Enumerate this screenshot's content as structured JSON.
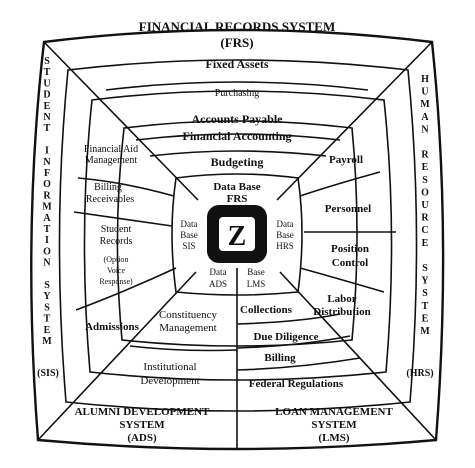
{
  "outer_systems": {
    "frs": {
      "name": "FINANCIAL RECORDS SYSTEM",
      "abbr": "(FRS)"
    },
    "sis": {
      "letters": [
        "S",
        "T",
        "U",
        "D",
        "E",
        "N",
        "T",
        "",
        "I",
        "N",
        "F",
        "O",
        "R",
        "M",
        "A",
        "T",
        "I",
        "O",
        "N",
        "",
        "S",
        "Y",
        "S",
        "T",
        "E",
        "M"
      ],
      "abbr": "(SIS)"
    },
    "hrs": {
      "letters": [
        "H",
        "U",
        "M",
        "A",
        "N",
        "",
        "R",
        "E",
        "S",
        "O",
        "U",
        "R",
        "C",
        "E",
        "",
        "S",
        "Y",
        "S",
        "T",
        "E",
        "M"
      ],
      "abbr": "(HRS)"
    },
    "ads": {
      "line1": "ALUMNI DEVELOPMENT",
      "line2": "SYSTEM",
      "line3": "(ADS)"
    },
    "lms": {
      "line1": "LOAN MANAGEMENT",
      "line2": "SYSTEM",
      "line3": "(LMS)"
    }
  },
  "frs_modules": [
    "Fixed Assets",
    "Purchasing",
    "Accounts Payable",
    "Financial Accounting",
    "Budgeting"
  ],
  "hrs_modules": [
    "Payroll",
    "Personnel",
    "Position",
    "Control",
    "Labor",
    "Distribution"
  ],
  "sis_modules": [
    "Financial Aid",
    "Management",
    "Billing",
    "Receivables",
    "Student",
    "Records",
    "(Option",
    "Voice",
    "Response)",
    "Admissions"
  ],
  "ads_modules": [
    "Constituency",
    "Management",
    "Institutional",
    "Development"
  ],
  "lms_modules": [
    "Collections",
    "Due Diligence",
    "Billing",
    "Federal Regulations"
  ],
  "databases": {
    "frs": [
      "Data Base",
      "FRS"
    ],
    "sis": [
      "Data",
      "Base",
      "SIS"
    ],
    "hrs": [
      "Data",
      "Base",
      "HRS"
    ],
    "ads": [
      "Data",
      "ADS"
    ],
    "lms": [
      "Base",
      "LMS"
    ]
  },
  "core_logo": {
    "glyph": "Z",
    "icon": "z-logo-icon",
    "color": "#111111"
  }
}
